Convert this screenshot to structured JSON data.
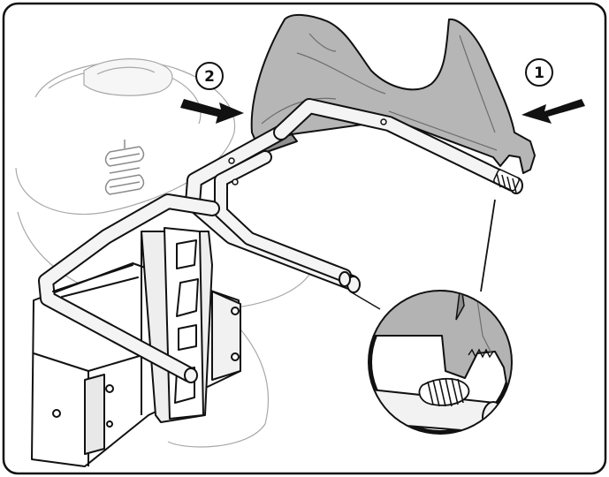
{
  "callouts": [
    {
      "id": "1",
      "label": "1",
      "arrow_direction": "left"
    },
    {
      "id": "2",
      "label": "2",
      "arrow_direction": "right"
    }
  ],
  "colors": {
    "frame": "#111111",
    "tube_fill": "#f4f4f4",
    "shield_fill": "#b4b4b4",
    "shield_dark": "#8e8e8e",
    "ghost_lines": "#9a9a9a",
    "background": "#ffffff"
  },
  "parts": {
    "shield": "grass-deflector-shield",
    "frame": "tube-frame",
    "mount": "hitch-mount-bracket",
    "housing": "gearbox-housing",
    "detail": "magnified-hook-on-spring-tube"
  }
}
